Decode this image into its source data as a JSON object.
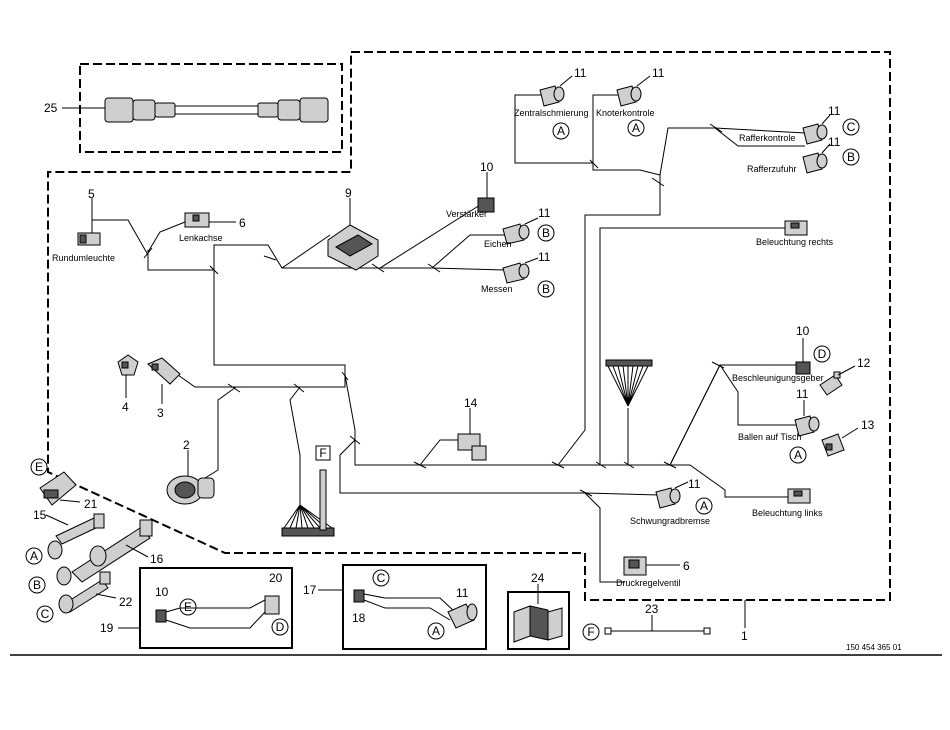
{
  "parts": {
    "zentralschmierung": "Zentralschmierung",
    "knoterkontrole": "Knoterkontrole",
    "rafferkontrole": "Rafferkontrole",
    "rafferzufuhr": "Rafferzufuhr",
    "verstaerker": "Verstärker",
    "eichen": "Eichen",
    "messen": "Messen",
    "rundumleuchte": "Rundumleuchte",
    "lenkachse": "Lenkachse",
    "beleuchtung_rechts": "Beleuchtung rechts",
    "beschleunigungsgeber": "Beschleunigungsgeber",
    "ballen_auf_tisch": "Ballen auf Tisch",
    "beleuchtung_links": "Beleuchtung links",
    "schwungradbremse": "Schwungradbremse",
    "druckregelventil": "Druckregelventil"
  },
  "item_numbers": {
    "n1": "1",
    "n2": "2",
    "n3": "3",
    "n4": "4",
    "n5": "5",
    "n6a": "6",
    "n6b": "6",
    "n9": "9",
    "n10a": "10",
    "n10b": "10",
    "n10c": "10",
    "n11a": "11",
    "n11b": "11",
    "n11c": "11",
    "n11d": "11",
    "n11e": "11",
    "n11f": "11",
    "n11g": "11",
    "n11h": "11",
    "n11i": "11",
    "n12": "12",
    "n13": "13",
    "n14": "14",
    "n15": "15",
    "n16": "16",
    "n17": "17",
    "n18": "18",
    "n19": "19",
    "n20": "20",
    "n21": "21",
    "n22": "22",
    "n23": "23",
    "n24": "24",
    "n25": "25"
  },
  "callouts": {
    "zentral": "A",
    "knoter": "A",
    "raffer_k": "C",
    "raffer_z": "B",
    "eichen": "B",
    "messen": "B",
    "beschl": "D",
    "ballen": "A",
    "f_mid": "F",
    "schwung": "A",
    "e_left": "E",
    "a_left": "A",
    "b_left": "B",
    "c_left": "C",
    "e_19": "E",
    "d_19": "D",
    "c_17": "C",
    "a_17": "A",
    "f_23": "F"
  },
  "reference_number": "150 454 365 01"
}
